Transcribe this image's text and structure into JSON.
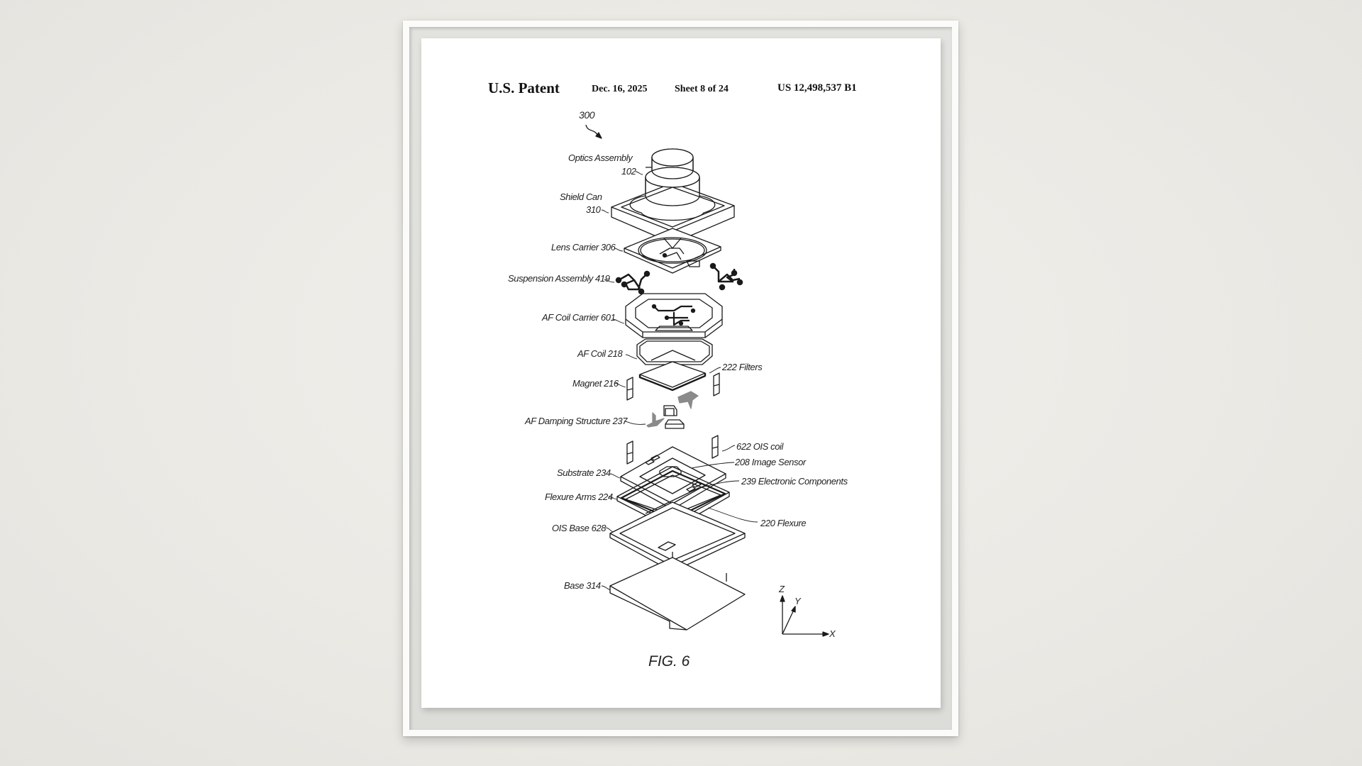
{
  "header": {
    "office": "U.S. Patent",
    "date": "Dec. 16, 2025",
    "sheet": "Sheet 8 of 24",
    "patent_number": "US 12,498,537 B1"
  },
  "figure": {
    "reference": "300",
    "caption": "FIG. 6",
    "labels": {
      "optics_assembly": "Optics Assembly",
      "optics_assembly_num": "102",
      "shield_can": "Shield Can",
      "shield_can_num": "310",
      "lens_carrier": "Lens Carrier 306",
      "suspension_assembly": "Suspension Assembly 419",
      "af_coil_carrier": "AF Coil Carrier 601",
      "af_coil": "AF Coil  218",
      "filters": "222 Filters",
      "magnet": "Magnet 216",
      "af_damping": "AF Damping Structure 237",
      "ois_coil": "622 OIS coil",
      "image_sensor": "208  Image Sensor",
      "substrate": "Substrate 234",
      "electronic_components": "239  Electronic Components",
      "flexure_arms": "Flexure Arms 224",
      "flexure": "220 Flexure",
      "ois_base": "OIS Base  628",
      "base": "Base 314"
    },
    "axes": {
      "z": "Z",
      "y": "Y",
      "x": "X"
    }
  },
  "colors": {
    "background": "#ebe9e4",
    "frame": "#fbfbfa",
    "mat": "#dededa",
    "paper": "#ffffff",
    "ink": "#1a1a1a",
    "damping_gray": "#8a8a8a"
  }
}
